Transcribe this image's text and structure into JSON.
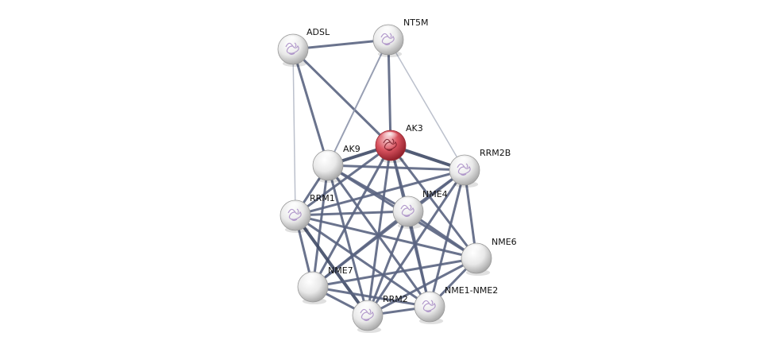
{
  "network": {
    "center_node": "AK3",
    "nodes": [
      {
        "id": "ADSL",
        "label": "ADSL",
        "color": "#ececec",
        "structure": true
      },
      {
        "id": "NT5M",
        "label": "NT5M",
        "color": "#ececec",
        "structure": true
      },
      {
        "id": "AK3",
        "label": "AK3",
        "color": "#d9535f",
        "structure": true
      },
      {
        "id": "AK9",
        "label": "AK9",
        "color": "#ececec",
        "structure": false
      },
      {
        "id": "RRM2B",
        "label": "RRM2B",
        "color": "#ececec",
        "structure": true
      },
      {
        "id": "RRM1",
        "label": "RRM1",
        "color": "#ececec",
        "structure": true
      },
      {
        "id": "NME4",
        "label": "NME4",
        "color": "#ececec",
        "structure": true
      },
      {
        "id": "NME6",
        "label": "NME6",
        "color": "#ececec",
        "structure": false
      },
      {
        "id": "NME7",
        "label": "NME7",
        "color": "#ececec",
        "structure": false
      },
      {
        "id": "RRM2",
        "label": "RRM2",
        "color": "#ececec",
        "structure": true
      },
      {
        "id": "NME1-NME2",
        "label": "NME1-NME2",
        "color": "#ececec",
        "structure": true
      }
    ],
    "edges": [
      {
        "a": "ADSL",
        "b": "NT5M",
        "w": 3
      },
      {
        "a": "ADSL",
        "b": "AK3",
        "w": 3
      },
      {
        "a": "ADSL",
        "b": "AK9",
        "w": 3
      },
      {
        "a": "ADSL",
        "b": "RRM1",
        "w": 1.5
      },
      {
        "a": "NT5M",
        "b": "AK3",
        "w": 3
      },
      {
        "a": "NT5M",
        "b": "AK9",
        "w": 2
      },
      {
        "a": "NT5M",
        "b": "RRM2B",
        "w": 1.5
      },
      {
        "a": "AK3",
        "b": "AK9",
        "w": 4
      },
      {
        "a": "AK3",
        "b": "RRM2B",
        "w": 4
      },
      {
        "a": "AK3",
        "b": "RRM1",
        "w": 3
      },
      {
        "a": "AK3",
        "b": "NME4",
        "w": 3
      },
      {
        "a": "AK3",
        "b": "NME6",
        "w": 3
      },
      {
        "a": "AK3",
        "b": "NME7",
        "w": 3
      },
      {
        "a": "AK3",
        "b": "RRM2",
        "w": 3
      },
      {
        "a": "AK3",
        "b": "NME1-NME2",
        "w": 3
      },
      {
        "a": "AK9",
        "b": "RRM2B",
        "w": 3
      },
      {
        "a": "AK9",
        "b": "RRM1",
        "w": 3
      },
      {
        "a": "AK9",
        "b": "NME4",
        "w": 3
      },
      {
        "a": "AK9",
        "b": "NME6",
        "w": 3
      },
      {
        "a": "AK9",
        "b": "NME7",
        "w": 3
      },
      {
        "a": "AK9",
        "b": "RRM2",
        "w": 3
      },
      {
        "a": "AK9",
        "b": "NME1-NME2",
        "w": 3
      },
      {
        "a": "RRM2B",
        "b": "RRM1",
        "w": 3
      },
      {
        "a": "RRM2B",
        "b": "NME4",
        "w": 3
      },
      {
        "a": "RRM2B",
        "b": "NME6",
        "w": 3
      },
      {
        "a": "RRM2B",
        "b": "NME7",
        "w": 3
      },
      {
        "a": "RRM2B",
        "b": "RRM2",
        "w": 3
      },
      {
        "a": "RRM2B",
        "b": "NME1-NME2",
        "w": 3
      },
      {
        "a": "RRM1",
        "b": "NME4",
        "w": 3
      },
      {
        "a": "RRM1",
        "b": "NME6",
        "w": 3
      },
      {
        "a": "RRM1",
        "b": "NME7",
        "w": 3
      },
      {
        "a": "RRM1",
        "b": "RRM2",
        "w": 4
      },
      {
        "a": "RRM1",
        "b": "NME1-NME2",
        "w": 3
      },
      {
        "a": "NME4",
        "b": "NME6",
        "w": 3
      },
      {
        "a": "NME4",
        "b": "NME7",
        "w": 3
      },
      {
        "a": "NME4",
        "b": "RRM2",
        "w": 3
      },
      {
        "a": "NME4",
        "b": "NME1-NME2",
        "w": 3
      },
      {
        "a": "NME6",
        "b": "NME7",
        "w": 3
      },
      {
        "a": "NME6",
        "b": "RRM2",
        "w": 3
      },
      {
        "a": "NME6",
        "b": "NME1-NME2",
        "w": 3
      },
      {
        "a": "NME7",
        "b": "RRM2",
        "w": 3
      },
      {
        "a": "NME7",
        "b": "NME1-NME2",
        "w": 3
      },
      {
        "a": "RRM2",
        "b": "NME1-NME2",
        "w": 3
      }
    ]
  }
}
